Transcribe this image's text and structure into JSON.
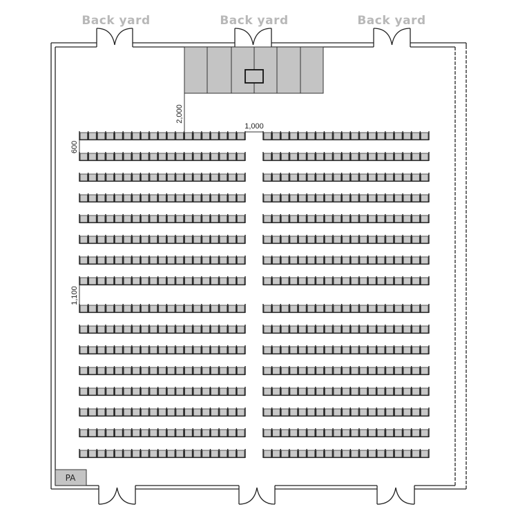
{
  "labels": {
    "back_yard": [
      "Back yard",
      "Back yard",
      "Back yard"
    ],
    "pa": "PA"
  },
  "dimensions": {
    "stage_to_seats": "2,000",
    "center_aisle": "1,000",
    "row_spacing": "600",
    "cross_aisle": "1,100"
  },
  "seating": {
    "blocks": [
      "left",
      "right"
    ],
    "seats_per_row": 19,
    "rows_front_section": 8,
    "rows_rear_section": 8
  },
  "colors": {
    "seat_fill": "#c8c8c8",
    "stage_fill": "#c4c4c4",
    "line": "#222222",
    "label": "#b8b8b8"
  }
}
